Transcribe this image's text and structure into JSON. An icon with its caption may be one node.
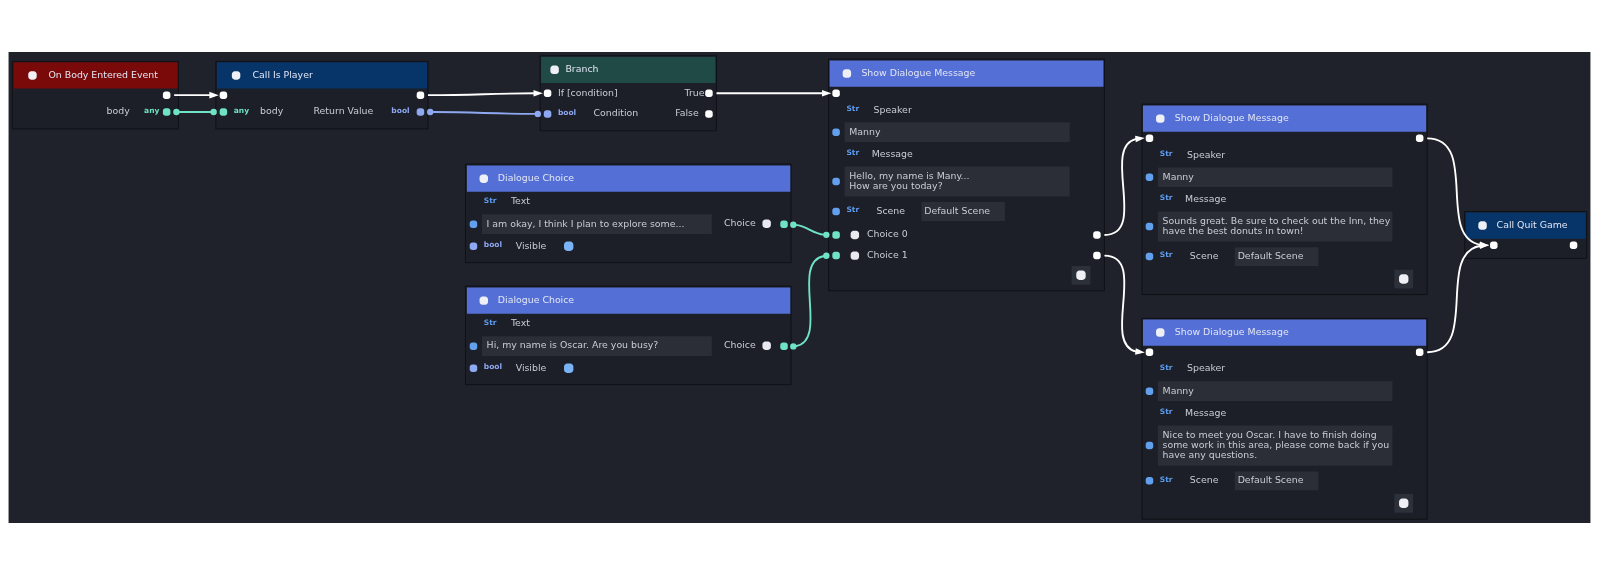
{
  "diagram": {
    "nodes": [
      {
        "text": [
          "On Body Entered Event",
          "body",
          "any"
        ]
      },
      {
        "text": [
          "Call Is Player",
          "any",
          "body",
          "Return Value",
          "bool"
        ]
      },
      {
        "text": [
          "Branch",
          "If [condition]",
          "True",
          "bool",
          "Condition",
          "False"
        ]
      },
      {
        "text": [
          "Dialogue Choice",
          "Str",
          "Text",
          "I am okay, I think I plan to explore some...",
          "Choice",
          "bool",
          "Visible"
        ]
      },
      {
        "text": [
          "Dialogue Choice",
          "Str",
          "Text",
          "Hi, my name is Oscar. Are you busy?",
          "Choice",
          "bool",
          "Visible"
        ]
      },
      {
        "text": [
          "Show Dialogue Message",
          "Str",
          "Speaker",
          "Manny",
          "Str",
          "Message",
          "Hello, my name is Many... How are you today?",
          "Str",
          "Scene",
          "Default Scene",
          "Choice 0",
          "Choice 1"
        ]
      },
      {
        "text": [
          "Show Dialogue Message",
          "Str",
          "Speaker",
          "Manny",
          "Str",
          "Message",
          "Sounds great. Be sure to check out the Inn, they have the best donuts in town!",
          "Str",
          "Scene",
          "Default Scene"
        ]
      },
      {
        "text": [
          "Show Dialogue Message",
          "Str",
          "Speaker",
          "Manny",
          "Str",
          "Message",
          "Nice to meet you Oscar. I have to finish doing some work in this area, please come back if you have any questions.",
          "Str",
          "Scene",
          "Default Scene"
        ]
      },
      {
        "text": [
          "Call Quit Game"
        ]
      }
    ],
    "edges": [
      {
        "from": 0,
        "to": 1,
        "arrow": "to"
      },
      {
        "from": 0,
        "to": 1,
        "arrow": "other",
        "color": "#6fe3c3"
      },
      {
        "from": 1,
        "to": 2,
        "arrow": "to"
      },
      {
        "from": 1,
        "to": 2,
        "arrow": "other",
        "color": "#8ea8f2"
      },
      {
        "from": 2,
        "to": 5,
        "arrow": "to"
      },
      {
        "from": 3,
        "to": 5,
        "arrow": "other",
        "color": "#6fe3c3"
      },
      {
        "from": 4,
        "to": 5,
        "arrow": "other",
        "color": "#6fe3c3"
      },
      {
        "from": 5,
        "to": 6,
        "arrow": "to"
      },
      {
        "from": 5,
        "to": 7,
        "arrow": "to"
      },
      {
        "from": 6,
        "to": 8,
        "arrow": "to"
      },
      {
        "from": 7,
        "to": 8,
        "arrow": "to"
      }
    ]
  }
}
